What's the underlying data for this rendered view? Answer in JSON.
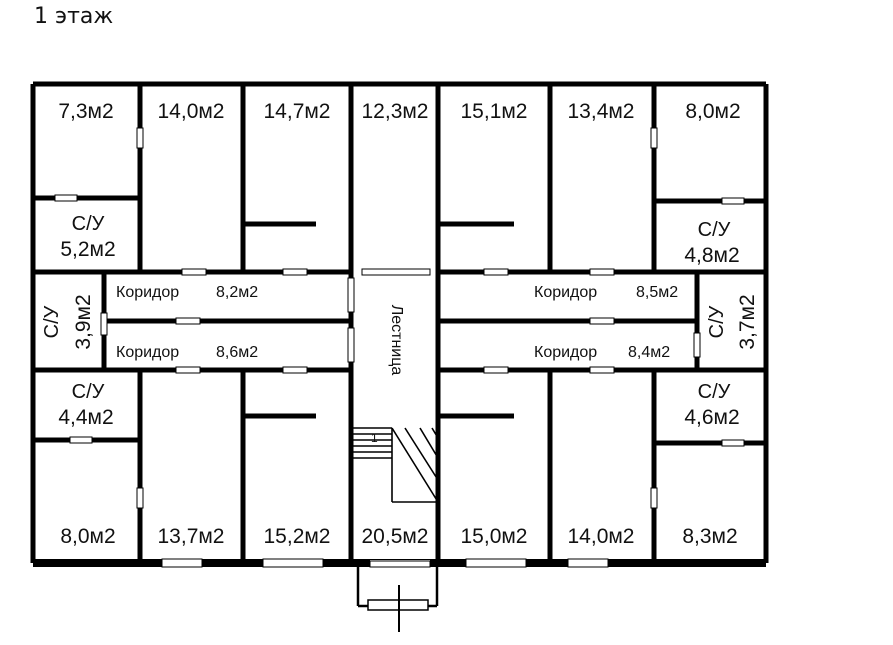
{
  "title": "1 этаж",
  "rooms_top": [
    "7,3м2",
    "14,0м2",
    "14,7м2",
    "12,3м2",
    "15,1м2",
    "13,4м2",
    "8,0м2"
  ],
  "rooms_bottom": [
    "8,0м2",
    "13,7м2",
    "15,2м2",
    "20,5м2",
    "15,0м2",
    "14,0м2",
    "8,3м2"
  ],
  "bathrooms": {
    "label": "С/У",
    "top_left": "5,2м2",
    "top_right": "4,8м2",
    "bottom_left": "4,4м2",
    "bottom_right": "4,6м2",
    "side_left": "3,9м2",
    "side_right": "3,7м2"
  },
  "corridors": {
    "label": "Коридор",
    "top_left": "8,2м2",
    "bottom_left": "8,6м2",
    "top_right": "8,5м2",
    "bottom_right": "8,4м2"
  },
  "stair_label": "Лестница",
  "stair_marker": "1"
}
